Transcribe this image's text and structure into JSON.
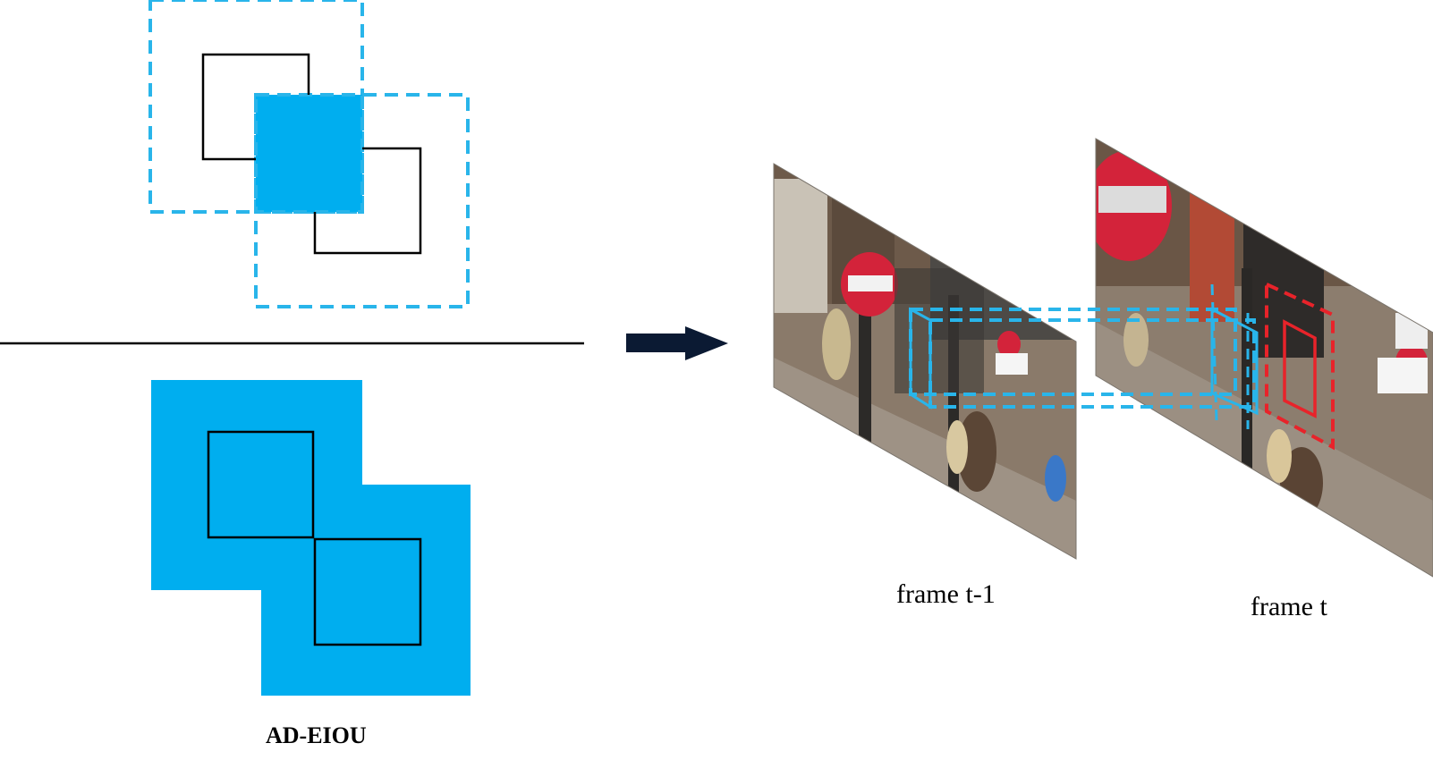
{
  "caption": "AD-EIOU",
  "frames": {
    "previous_label": "frame t-1",
    "current_label": "frame t"
  },
  "colors": {
    "box_fill": "#00aeef",
    "dashed_box": "#29b5ea",
    "target_box": "#e8232a",
    "outline": "#000000",
    "arrow": "#0b1a33"
  }
}
